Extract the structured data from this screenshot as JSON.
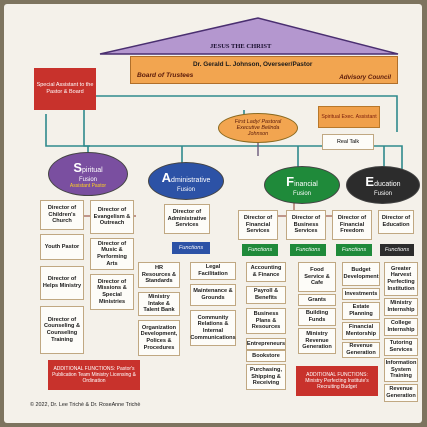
{
  "header": {
    "jesus": "JESUS THE CHRIST",
    "overseer": "Dr. Gerald L. Johnson, Overseer/Pastor",
    "board": "Board of Trustees",
    "advisory": "Advisory Council"
  },
  "special_assistant": "Special Assistant to the Pastor & Board",
  "first_lady": "First Lady/ Pastoral Executive Belinda Johnson",
  "spiritual_exec": "Spiritual Exec. Assistant",
  "real_talk": "Real Talk",
  "ovals": {
    "spiritual": {
      "initial": "S",
      "rest": "piritual",
      "fusion": "Fusion",
      "sub": "Assistant Pastor"
    },
    "administrative": {
      "initial": "A",
      "rest": "dministrative",
      "fusion": "Fusion"
    },
    "financial": {
      "initial": "F",
      "rest": "inancial",
      "fusion": "Fusion"
    },
    "education": {
      "initial": "E",
      "rest": "ducation",
      "fusion": "Fusion"
    }
  },
  "spiritual_col1": [
    "Director of Children's Church",
    "Youth Pastor",
    "Director of Helps Ministry",
    "Director of Counseling & Counseling Training"
  ],
  "spiritual_col2": [
    "Director of Evangelism & Outreach",
    "Director of Music & Performing Arts",
    "Director of Missions & Special Ministries"
  ],
  "spiritual_additional": "ADDITIONAL FUNCTIONS: Pastor's Publication Team Ministry Licensing & Ordination",
  "admin_director": "Director of Administrative Services",
  "functions_label": "Functions",
  "admin_func_left": [
    "HR Resources & Standards",
    "Ministry Intake & Talent Bank",
    "Organization Development, Polices & Procedures"
  ],
  "admin_func_right": [
    "Legal Facilitation",
    "Maintenance & Grounds",
    "Community Relations & Internal Communications"
  ],
  "fin_directors": [
    "Director of Financial Services",
    "Director of Business Services",
    "Director of Financial Freedom"
  ],
  "fin_func_1": [
    "Accounting & Finance",
    "Payroll & Benefits",
    "Business Plans & Resources",
    "Entrepreneurs",
    "Bookstore",
    "Purchasing, Shipping & Receiving"
  ],
  "fin_func_2": [
    "Food Service & Cafe",
    "Grants",
    "Building Funds",
    "Ministry Revenue Generation"
  ],
  "fin_func_3": [
    "Budget Development",
    "Investments",
    "Estate Planning",
    "Financial Mentorship",
    "Revenue Generation"
  ],
  "fin_additional": "ADDITIONAL FUNCTIONS: Ministry Perfecting Institute's Recruiting Budget",
  "edu_director": "Director of Education",
  "edu_func": [
    "Greater Harvest Perfecting Institution",
    "Ministry Internship",
    "College Internship",
    "Tutoring Services",
    "Information System Training",
    "Revenue Generation"
  ],
  "copyright": "© 2022, Dr. Lee Trichè & Dr. RoseAnne Trichè",
  "colors": {
    "red": "#c8322c",
    "purple": "#7a4fa0",
    "blue": "#2c52a6",
    "green": "#1f8a3a",
    "dark": "#2c2c2c",
    "teal": "#2e8a8c"
  }
}
